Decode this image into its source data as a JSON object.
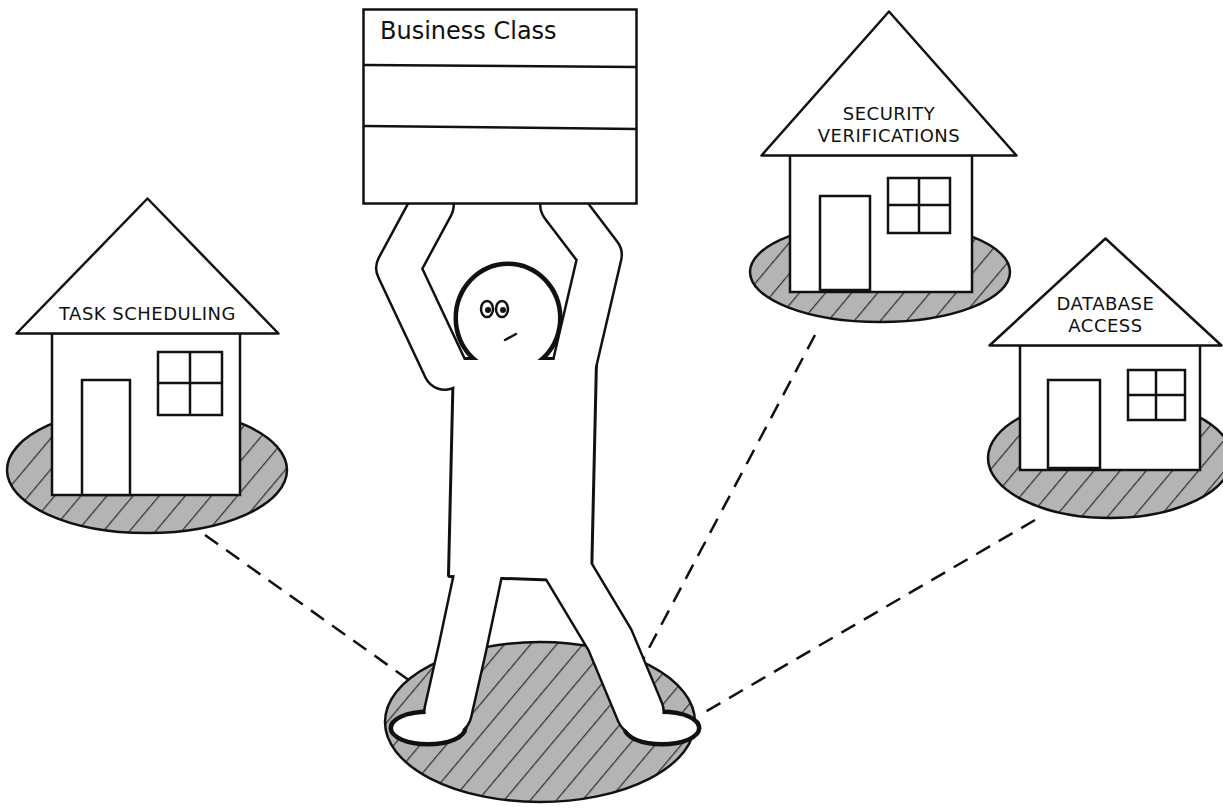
{
  "diagram": {
    "nodes": [
      {
        "text": [
          "TASK SCHEDULING"
        ]
      },
      {
        "text": [
          "Business Class"
        ]
      },
      {
        "text": [
          "SECURITY VERIFICATIONS"
        ]
      },
      {
        "text": [
          "DATABASE ACCESS"
        ]
      }
    ]
  }
}
